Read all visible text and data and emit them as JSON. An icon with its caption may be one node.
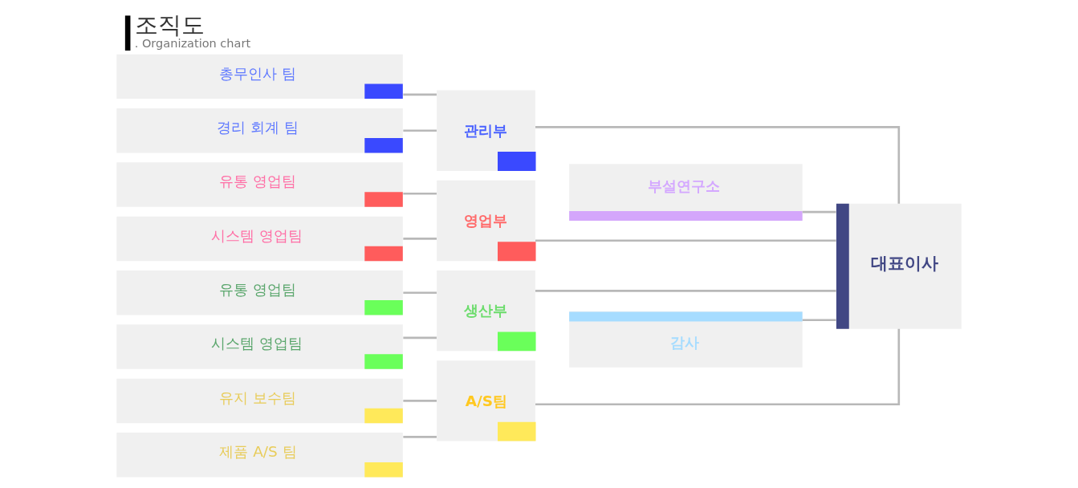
{
  "diagram": {
    "title": "조직도",
    "caption": ". Organization chart",
    "nodes": [
      {
        "text": [
          "총무인사 팀"
        ]
      },
      {
        "text": [
          "경리 회계 팀"
        ]
      },
      {
        "text": [
          "관리부"
        ]
      },
      {
        "text": [
          "유통 영업팀"
        ]
      },
      {
        "text": [
          "시스템 영업팀"
        ]
      },
      {
        "text": [
          "영업부"
        ]
      },
      {
        "text": [
          "유통 영업팀"
        ]
      },
      {
        "text": [
          "시스템 영업팀"
        ]
      },
      {
        "text": [
          "생산부"
        ]
      },
      {
        "text": [
          "유지 보수팀"
        ]
      },
      {
        "text": [
          "제품 A/S 팀"
        ]
      },
      {
        "text": [
          "A/S팀"
        ]
      },
      {
        "text": [
          "부설연구소"
        ]
      },
      {
        "text": [
          "감사"
        ]
      },
      {
        "text": [
          "대표이사"
        ]
      }
    ],
    "edges": [
      {
        "from": 14,
        "to": 12,
        "arrow": "none"
      },
      {
        "from": 14,
        "to": 2,
        "arrow": "none"
      },
      {
        "from": 14,
        "to": 5,
        "arrow": "none"
      },
      {
        "from": 14,
        "to": 8,
        "arrow": "none"
      },
      {
        "from": 14,
        "to": 11,
        "arrow": "none"
      },
      {
        "from": 14,
        "to": 13,
        "arrow": "none"
      },
      {
        "from": 2,
        "to": 0,
        "arrow": "none"
      },
      {
        "from": 2,
        "to": 1,
        "arrow": "none"
      },
      {
        "from": 5,
        "to": 3,
        "arrow": "none"
      },
      {
        "from": 5,
        "to": 4,
        "arrow": "none"
      },
      {
        "from": 8,
        "to": 6,
        "arrow": "none"
      },
      {
        "from": 8,
        "to": 7,
        "arrow": "none"
      },
      {
        "from": 11,
        "to": 9,
        "arrow": "none"
      },
      {
        "from": 11,
        "to": 10,
        "arrow": "none"
      }
    ]
  }
}
